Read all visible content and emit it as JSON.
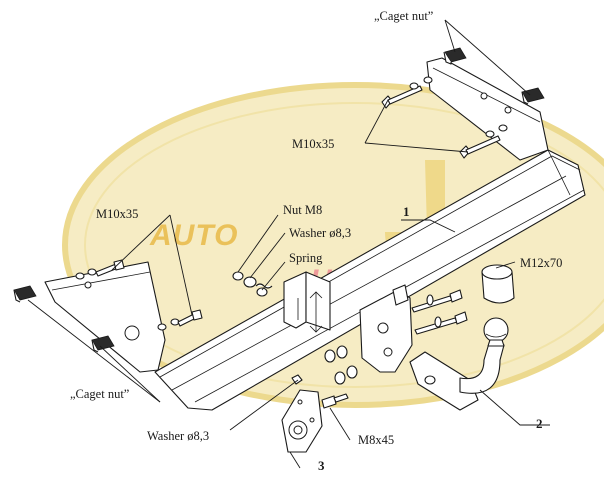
{
  "watermark": {
    "text_line1": "AUTO",
    "text_line2": "HAK"
  },
  "callouts": {
    "caget_nut_top": "„Caget nut”",
    "caget_nut_left": "„Caget nut”",
    "m10x35_right": "M10x35",
    "m10x35_left": "M10x35",
    "nut_m8": "Nut M8",
    "washer_top": "Washer ø8,3",
    "spring": "Spring",
    "m12x70": "M12x70",
    "washer_bottom": "Washer ø8,3",
    "m8x45": "M8x45"
  },
  "part_numbers": {
    "p1": "1",
    "p2": "2",
    "p3": "3"
  },
  "colors": {
    "ellipse_fill": "#f6ecc4",
    "ellipse_stroke": "#ecd98e",
    "ink": "#1a1a1a"
  }
}
